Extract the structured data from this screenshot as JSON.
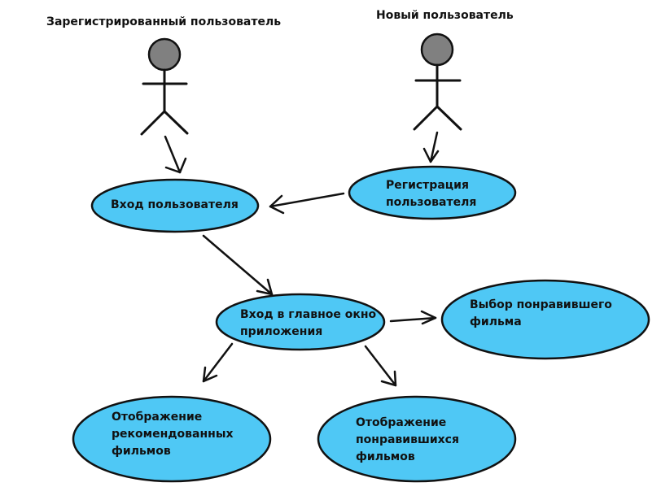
{
  "actors": {
    "registered_user": {
      "label": "Зарегистрированный пользователь"
    },
    "new_user": {
      "label": "Новый пользователь"
    }
  },
  "use_cases": {
    "login": {
      "line1": "Вход пользователя"
    },
    "registration": {
      "line1": "Регистрация",
      "line2": "пользователя"
    },
    "main_window": {
      "line1": "Вход в главное окно",
      "line2": "приложения"
    },
    "select_film": {
      "line1": "Выбор понравившего",
      "line2": "фильма"
    },
    "recommended": {
      "line1": "Отображение",
      "line2": "рекомендованных",
      "line3": "фильмов"
    },
    "liked": {
      "line1": "Отображение",
      "line2": "понравившихся",
      "line3": "фильмов"
    }
  },
  "colors": {
    "use_case_fill": "#4fc8f5",
    "outline": "#111111",
    "actor_head": "#808080"
  }
}
